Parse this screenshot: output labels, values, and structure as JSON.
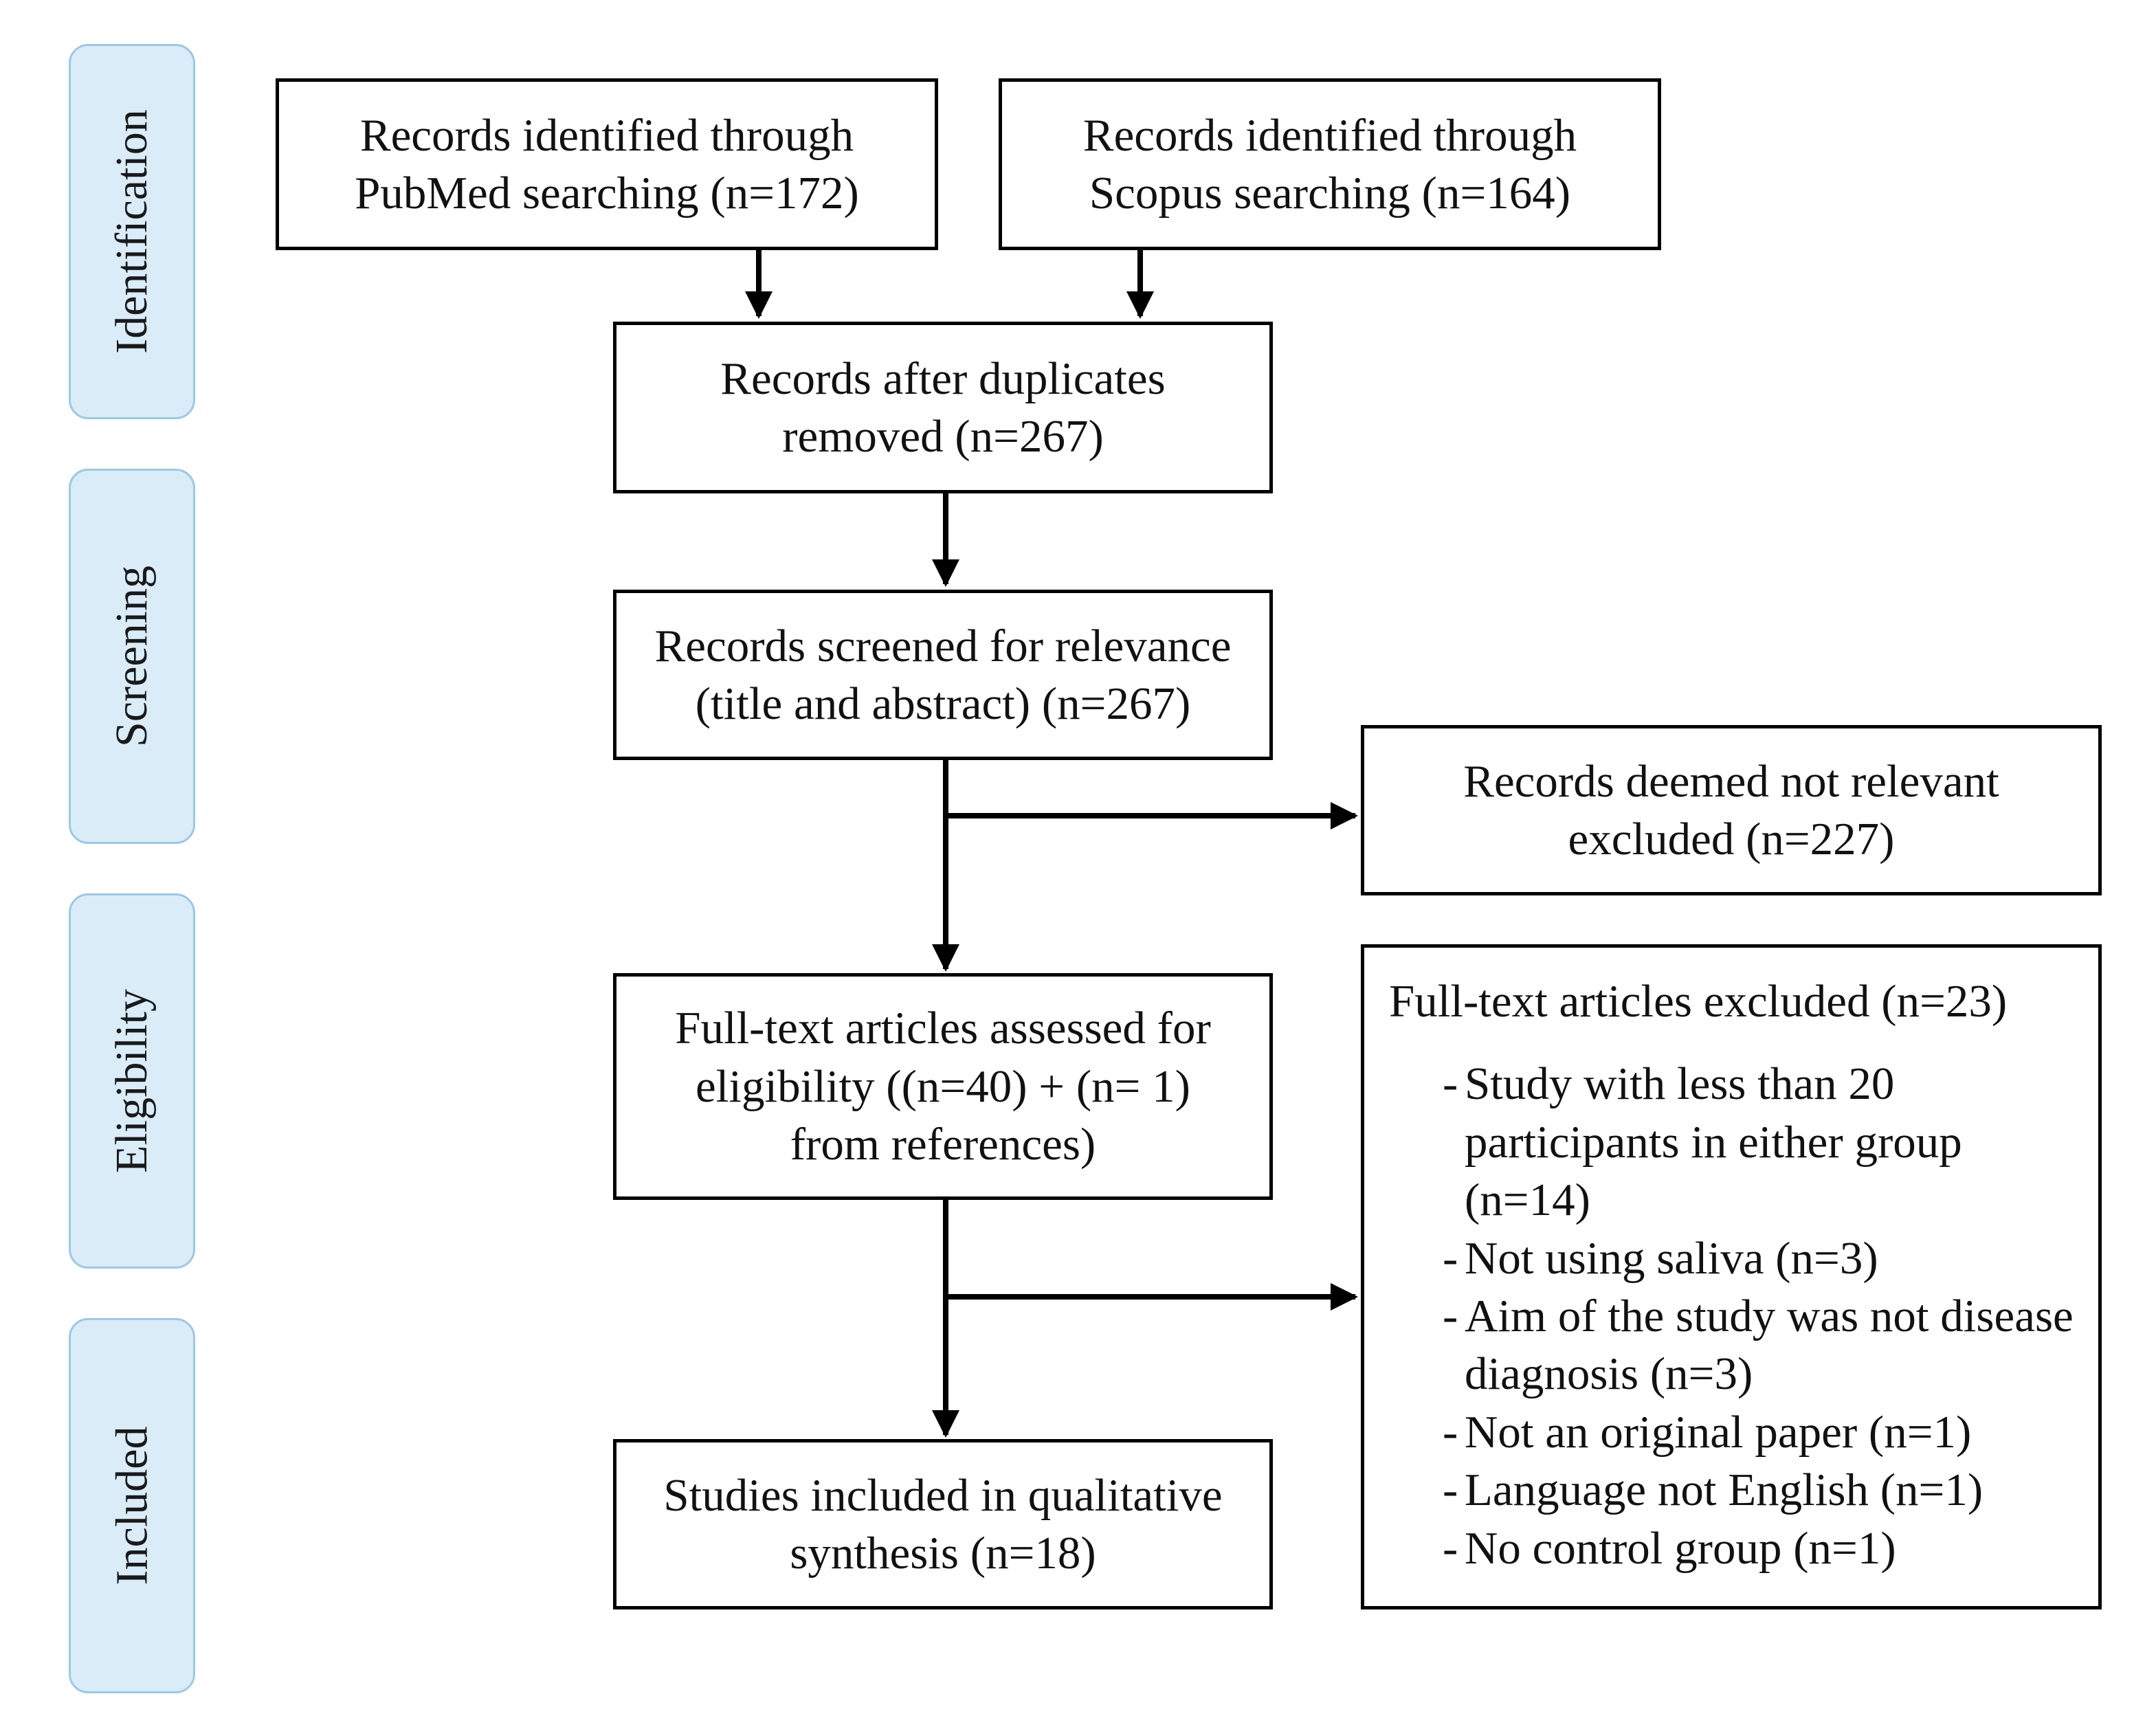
{
  "stages": {
    "identification": "Identification",
    "screening": "Screening",
    "eligibility": "Eligibility",
    "included": "Included"
  },
  "boxes": {
    "pubmed": "Records identified through PubMed searching (n=172)",
    "scopus": "Records identified through Scopus searching (n=164)",
    "duplicates_removed": "Records after duplicates removed (n=267)",
    "screened": "Records screened for relevance (title and abstract) (n=267)",
    "not_relevant": "Records deemed not relevant excluded (n=227)",
    "full_text_assessed": "Full-text articles assessed for eligibility ((n=40) + (n= 1) from references)",
    "included": "Studies included in qualitative synthesis (n=18)"
  },
  "full_text_excluded": {
    "title": "Full-text articles excluded (n=23)",
    "reasons": [
      "Study with less than 20 participants in either group (n=14)",
      "Not using saliva (n=3)",
      "Aim of the study was not disease diagnosis (n=3)",
      "Not an original paper (n=1)",
      "Language not English (n=1)",
      "No control group (n=1)"
    ]
  },
  "colors": {
    "stage_fill": "#d9ecf8",
    "stage_border": "#9dc8e6",
    "box_border": "#000000"
  }
}
